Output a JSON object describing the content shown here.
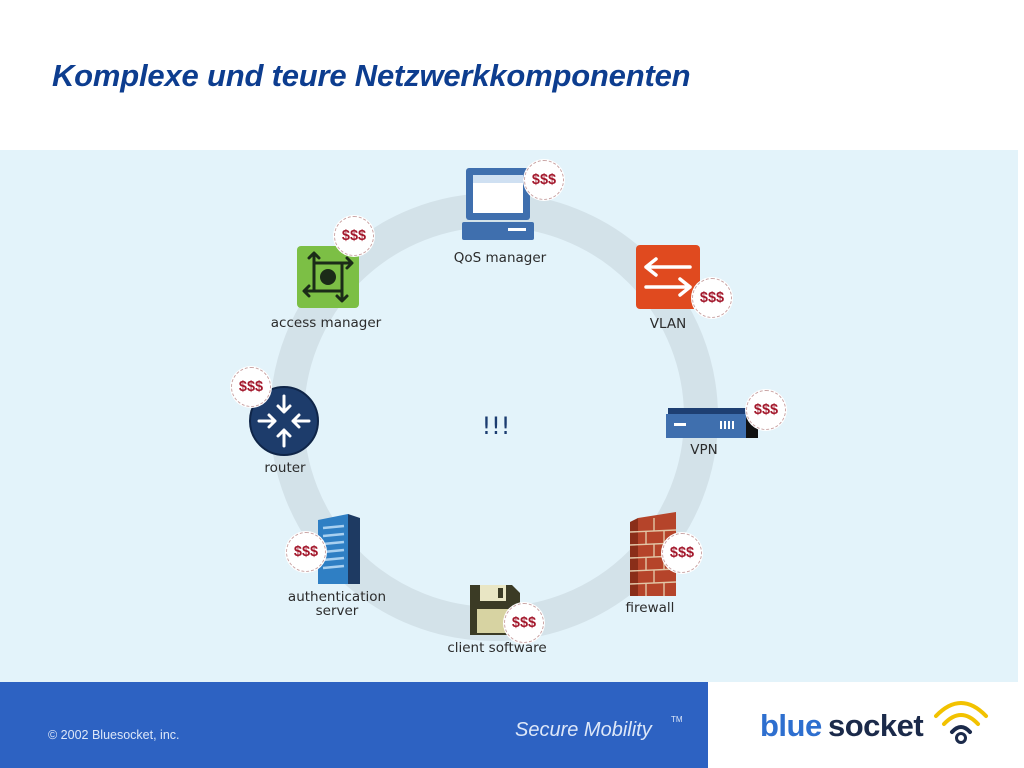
{
  "slide": {
    "title": "Komplexe und teure Netzwerkkomponenten",
    "center_text": "!!!",
    "price_tag": "$$$"
  },
  "components": [
    {
      "id": "qos",
      "label": "QoS manager",
      "icon": "monitor-icon"
    },
    {
      "id": "vlan",
      "label": "VLAN",
      "icon": "switch-arrows-icon",
      "color": "#e04a1f"
    },
    {
      "id": "vpn",
      "label": "VPN",
      "icon": "vpn-appliance-icon",
      "color": "#3f6fae"
    },
    {
      "id": "firewall",
      "label": "firewall",
      "icon": "brick-wall-icon",
      "color": "#b5442a"
    },
    {
      "id": "client",
      "label": "client software",
      "icon": "floppy-disk-icon",
      "color": "#3b3b25"
    },
    {
      "id": "auth",
      "label_line1": "authentication",
      "label_line2": "server",
      "icon": "server-rack-icon",
      "color": "#2f7fc4"
    },
    {
      "id": "router",
      "label": "router",
      "icon": "router-icon",
      "color": "#1d3c6b"
    },
    {
      "id": "access",
      "label": "access manager",
      "icon": "access-manager-icon",
      "color": "#7cbf45"
    }
  ],
  "footer": {
    "copyright": "© 2002 Bluesocket, inc.",
    "tagline": "Secure Mobility",
    "trademark": "TM",
    "logo_part1": "blue",
    "logo_part2": "socket",
    "logo_icon": "wireless-signal-icon"
  },
  "colors": {
    "title": "#0d3d8f",
    "panel": "#e3f3fa",
    "ring": "#d3e2e9",
    "price": "#a3182c",
    "footer": "#2d62c2"
  }
}
